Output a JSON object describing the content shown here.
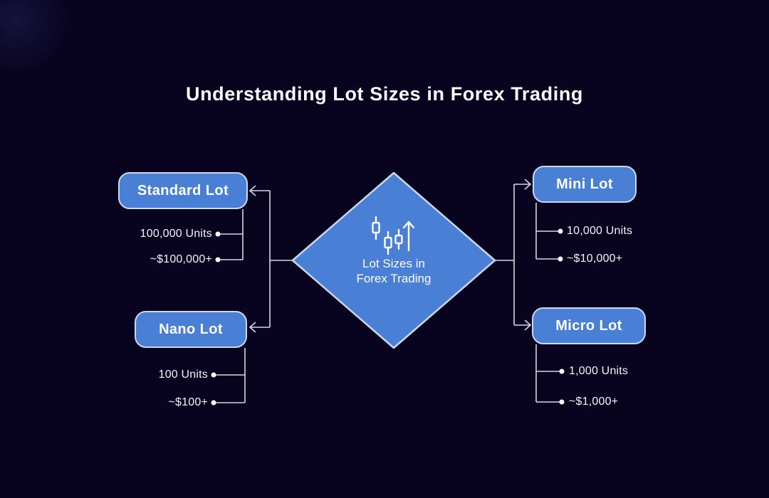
{
  "title": "Understanding Lot Sizes in Forex Trading",
  "center": {
    "icon": "candlestick-chart-up-arrow-icon",
    "label_line1": "Lot Sizes in",
    "label_line2": "Forex Trading"
  },
  "nodes": {
    "standard": {
      "label": "Standard Lot",
      "units": "100,000 Units",
      "value": "~$100,000+"
    },
    "nano": {
      "label": "Nano Lot",
      "units": "100 Units",
      "value": "~$100+"
    },
    "mini": {
      "label": "Mini Lot",
      "units": "10,000 Units",
      "value": "~$10,000+"
    },
    "micro": {
      "label": "Micro Lot",
      "units": "1,000 Units",
      "value": "~$1,000+"
    }
  },
  "colors": {
    "background": "#080420",
    "node_fill": "#4a7fd6",
    "node_border": "#cdd7f0",
    "connector": "#d3d7e8",
    "text": "#ffffff"
  }
}
